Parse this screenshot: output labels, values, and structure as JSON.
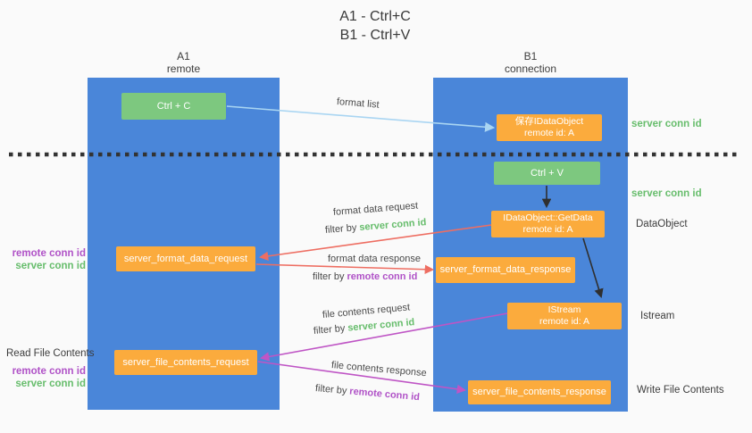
{
  "title": {
    "line1": "A1 - Ctrl+C",
    "line2": "B1 - Ctrl+V"
  },
  "lanes": {
    "a1": {
      "name": "A1",
      "subtitle": "remote"
    },
    "b1": {
      "name": "B1",
      "subtitle": "connection"
    }
  },
  "nodes": {
    "ctrl_c": {
      "label": "Ctrl + C"
    },
    "save_idataobject": {
      "title": "保存IDataObject",
      "subtitle": "remote id: A"
    },
    "ctrl_v": {
      "label": "Ctrl + V"
    },
    "getdata": {
      "title": "IDataObject::GetData",
      "subtitle": "remote id: A"
    },
    "format_request": {
      "label": "server_format_data_request"
    },
    "format_response": {
      "label": "server_format_data_response"
    },
    "istream": {
      "title": "IStream",
      "subtitle": "remote id: A"
    },
    "file_request": {
      "label": "server_file_contents_request"
    },
    "file_response": {
      "label": "server_file_contents_response"
    }
  },
  "edge_labels": {
    "format_list": "format list",
    "format_data_request": "format data request",
    "format_data_response": "format data response",
    "file_contents_request": "file contents request",
    "file_contents_response": "file contents response",
    "filter_by": "filter by",
    "server_conn_id": "server conn id",
    "remote_conn_id": "remote conn id"
  },
  "side_labels": {
    "server_conn_id_top": "server conn id",
    "server_conn_id_mid": "server conn id",
    "dataobject": "DataObject",
    "istream": "Istream",
    "read_file_contents": "Read File Contents",
    "write_file_contents": "Write File Contents",
    "remote_conn_id": "remote conn id",
    "server_conn_id": "server conn id"
  },
  "colors": {
    "background": "#fafafa",
    "lane_blue": "#4a86d9",
    "node_orange": "#fbab3d",
    "node_green": "#7dc87f",
    "accent_green": "#67bd6c",
    "accent_purple": "#b052c7",
    "arrow_red": "#ee6e62",
    "arrow_magenta": "#bf55c5",
    "arrow_blue": "#a9d5f2",
    "arrow_black": "#2f2f2f",
    "text_dark": "#3d3d3d"
  }
}
